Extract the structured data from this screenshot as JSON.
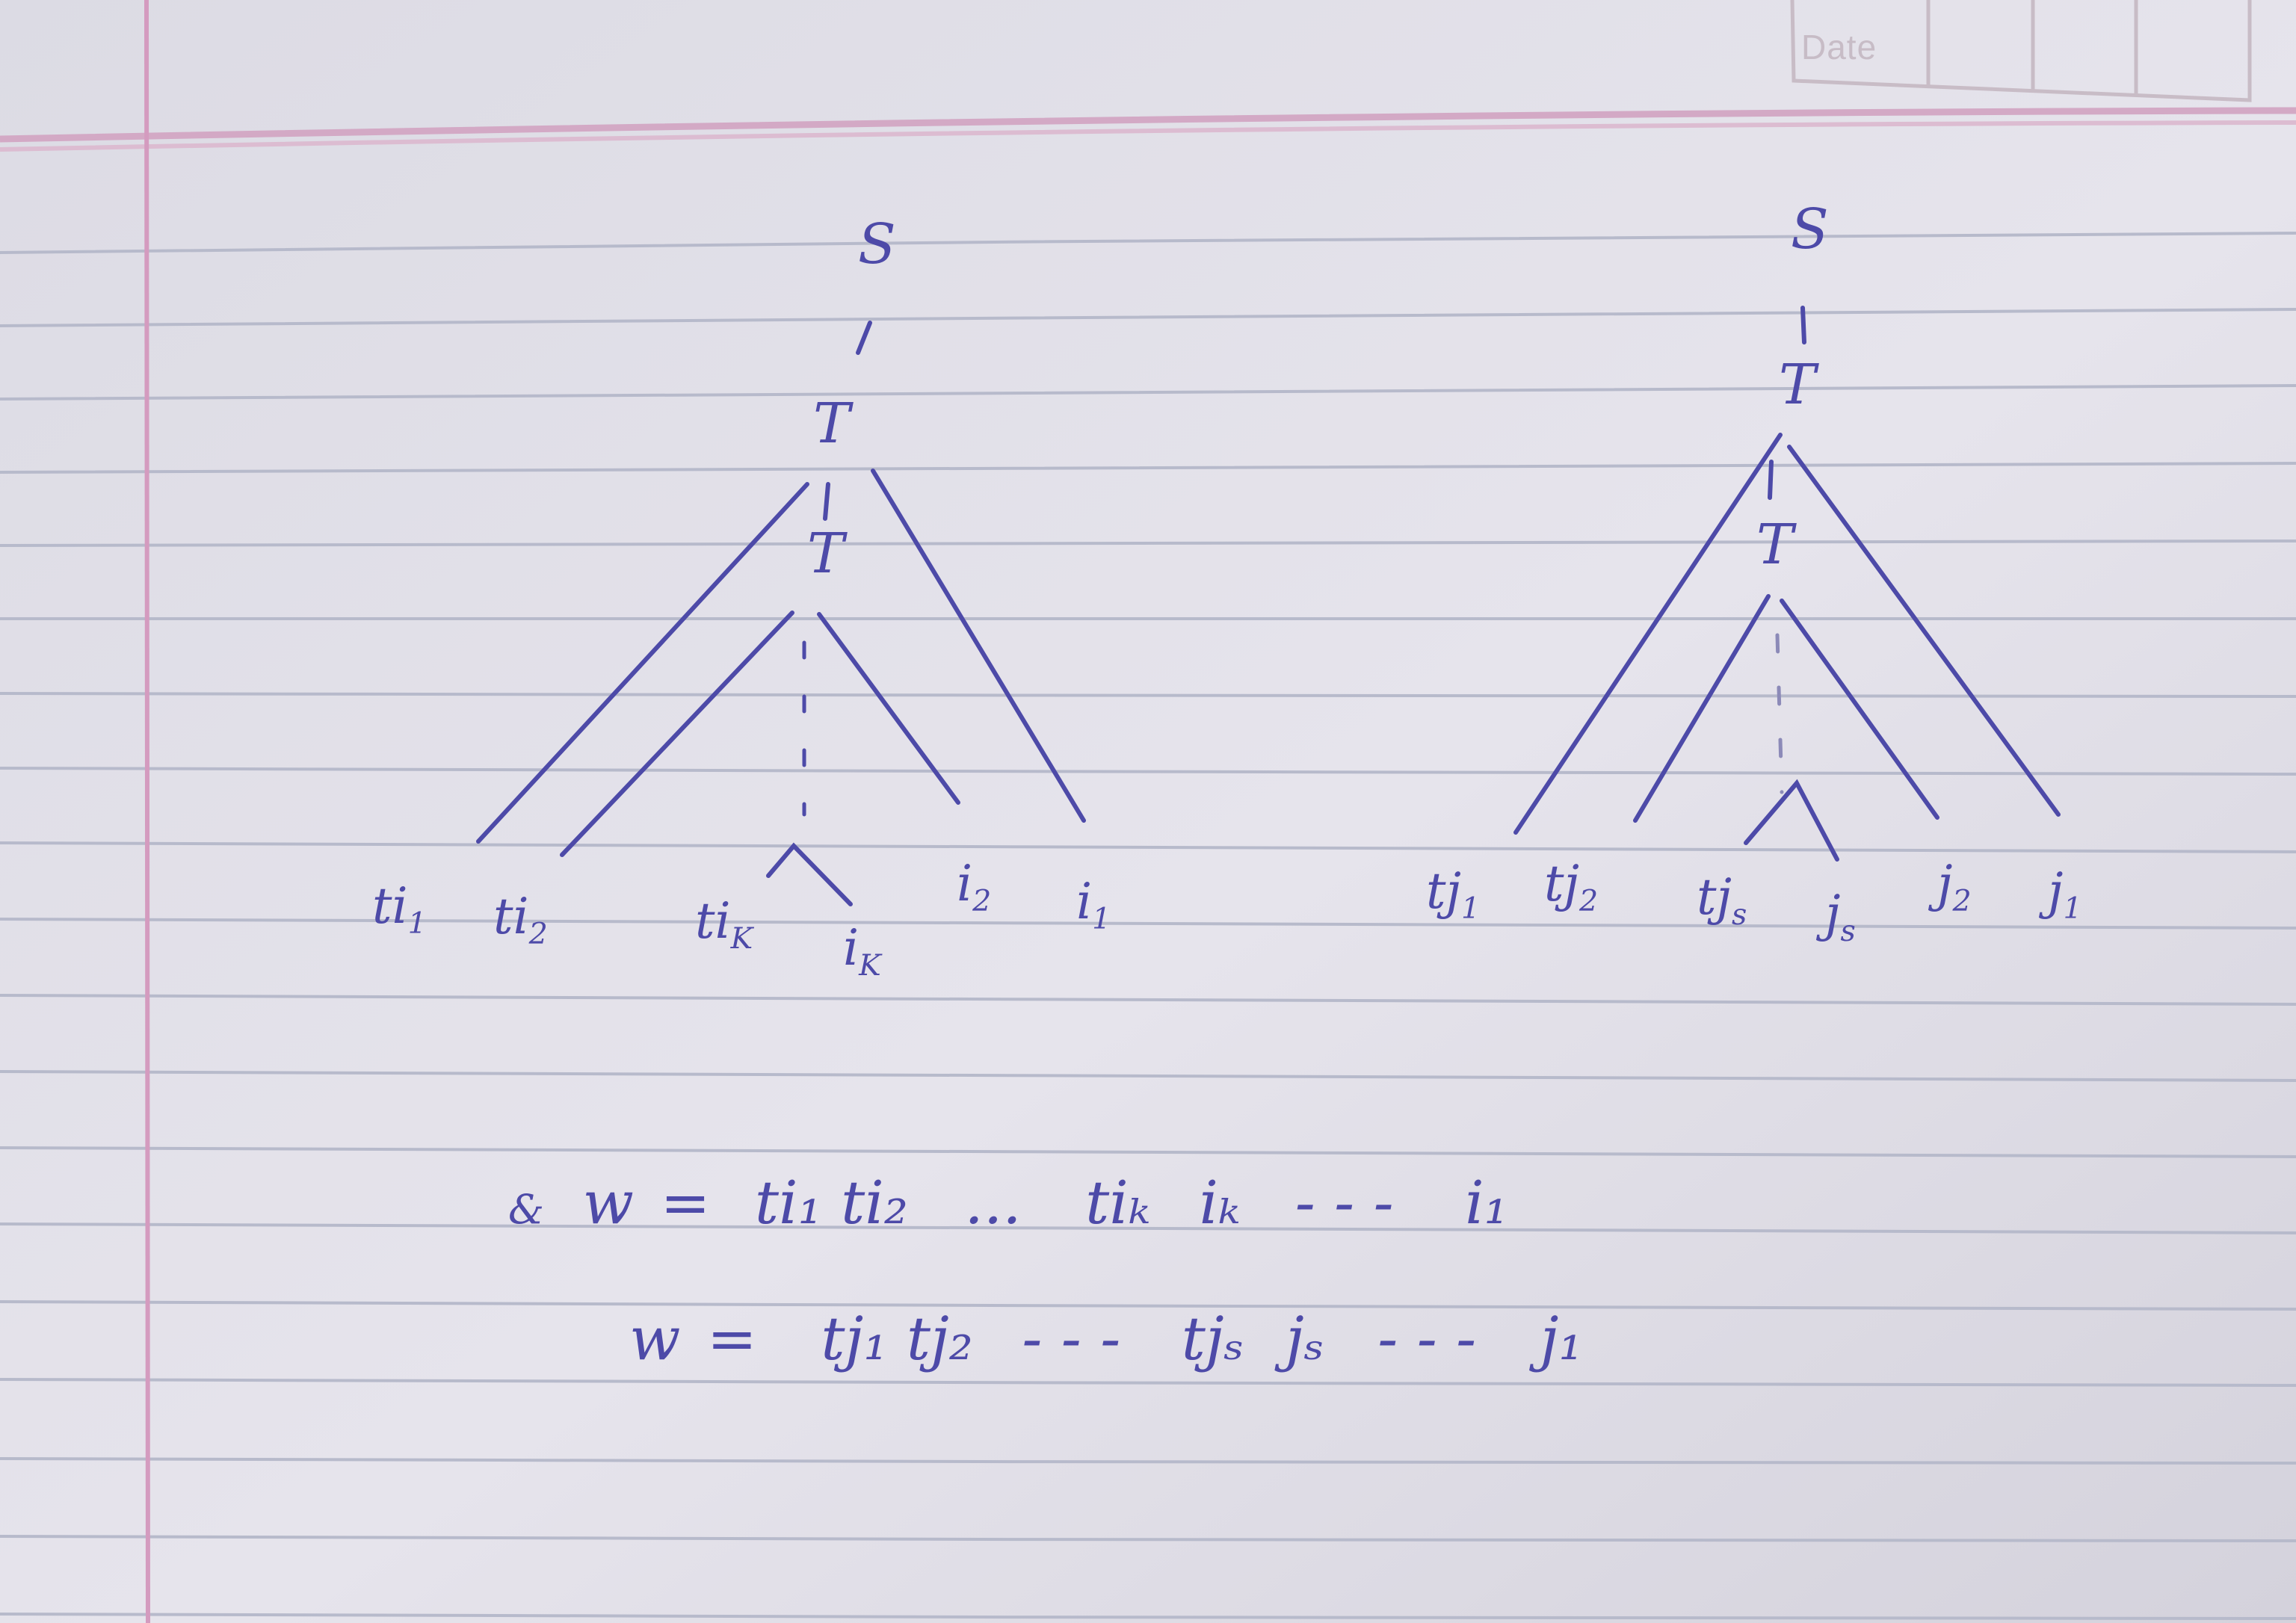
{
  "header": {
    "date_label": "Date"
  },
  "tree_left": {
    "root": "S",
    "node_1": "T",
    "node_2": "T",
    "leaves": [
      {
        "base": "t",
        "mark": "i",
        "sub": "1"
      },
      {
        "base": "t",
        "mark": "i",
        "sub": "2"
      },
      {
        "base": "t",
        "mark": "i",
        "sub": "K"
      },
      {
        "base": "i",
        "mark": "",
        "sub": "K"
      },
      {
        "base": "i",
        "mark": "",
        "sub": "2"
      },
      {
        "base": "i",
        "mark": "",
        "sub": "1"
      }
    ]
  },
  "tree_right": {
    "root": "S",
    "node_1": "T",
    "node_2": "T",
    "leaves": [
      {
        "base": "t",
        "mark": "j",
        "sub": "1"
      },
      {
        "base": "t",
        "mark": "j",
        "sub": "2"
      },
      {
        "base": "t",
        "mark": "j",
        "sub": "s"
      },
      {
        "base": "j",
        "mark": "",
        "sub": "s"
      },
      {
        "base": "j",
        "mark": "",
        "sub": "2"
      },
      {
        "base": "j",
        "mark": "",
        "sub": "1"
      }
    ]
  },
  "equations": [
    {
      "bullet": "&",
      "lhs": "w",
      "eq": "=",
      "terms": [
        "ti₁ ti₂",
        "...",
        "tiₖ",
        "iₖ",
        "- - -",
        "i₁"
      ]
    },
    {
      "bullet": "",
      "lhs": "w",
      "eq": "=",
      "terms": [
        "tj₁ tj₂",
        "- - -",
        "tjₛ",
        "jₛ",
        "- - -",
        "j₁"
      ]
    }
  ],
  "colors": {
    "ink": "#4d4aa8",
    "paper": "#e4e2eb",
    "rule_line": "#b9bccd",
    "margin_line": "#d6a1c4",
    "header_band": "#d6b7cd"
  }
}
